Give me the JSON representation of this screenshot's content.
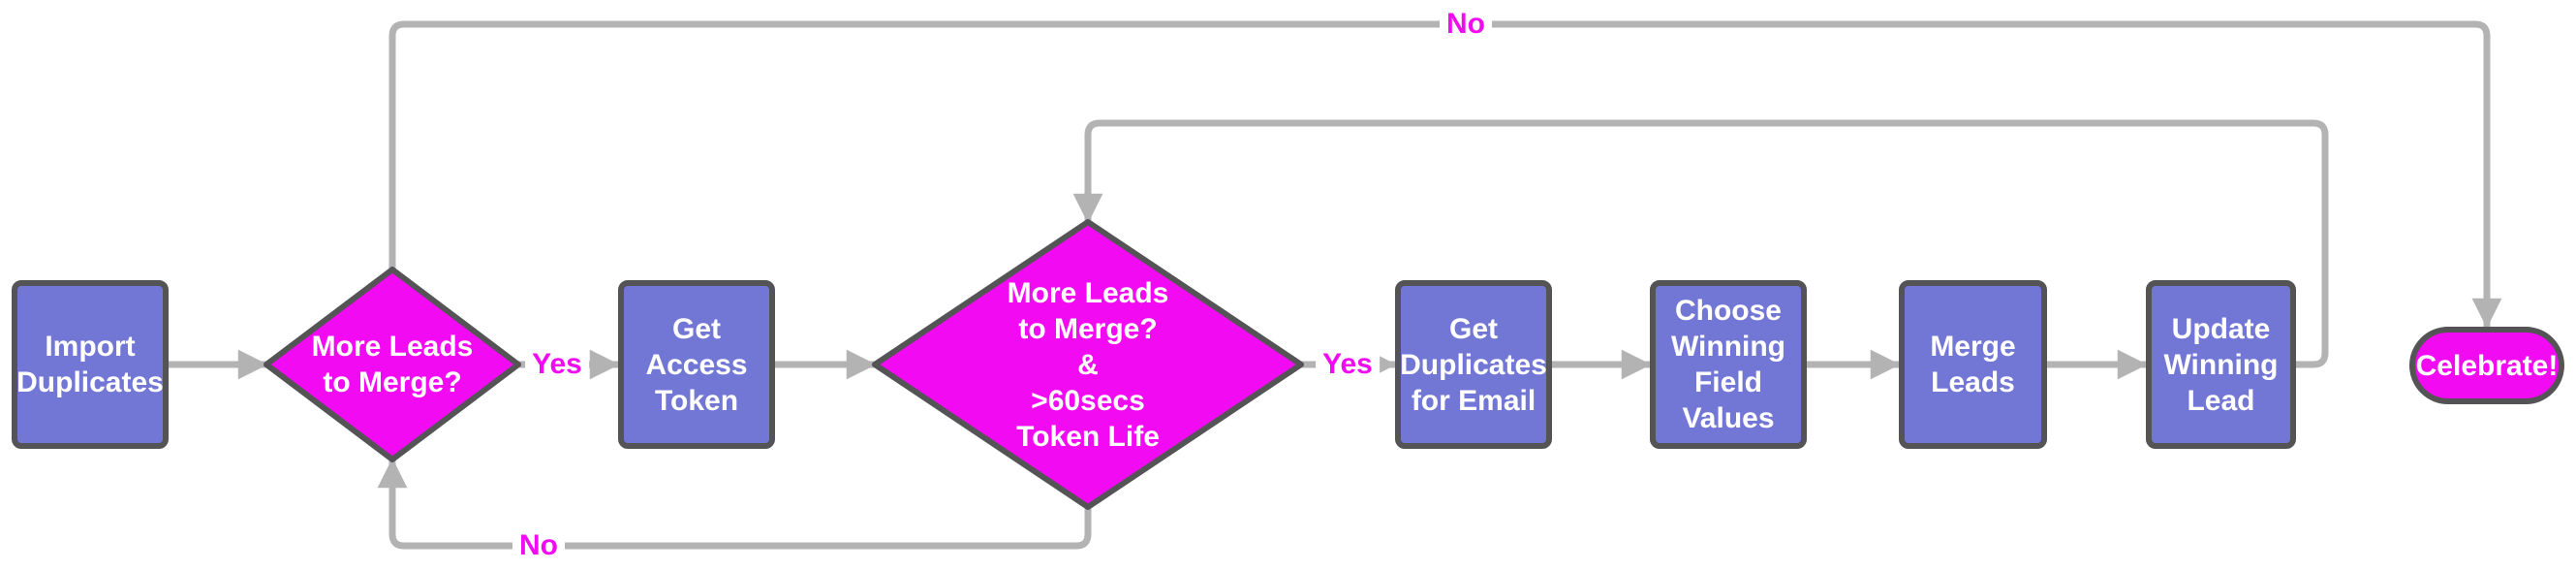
{
  "colors": {
    "canvas-bg": "#ffffff",
    "process-fill": "#7277d6",
    "decision-fill": "#f20bf2",
    "terminator-fill": "#f20bf2",
    "shape-border": "#545457",
    "connector": "#b3b3b3",
    "node-text": "#ffffff",
    "edge-label-text": "#f20bf2"
  },
  "nodes": {
    "import_duplicates": {
      "type": "process",
      "lines": [
        "Import",
        "Duplicates"
      ]
    },
    "more_leads_1": {
      "type": "decision",
      "lines": [
        "More Leads",
        "to Merge?"
      ]
    },
    "get_access_token": {
      "type": "process",
      "lines": [
        "Get",
        "Access",
        "Token"
      ]
    },
    "more_leads_2": {
      "type": "decision",
      "lines": [
        "More Leads",
        "to Merge?",
        "&",
        ">60secs",
        "Token Life"
      ]
    },
    "get_duplicates_for_email": {
      "type": "process",
      "lines": [
        "Get",
        "Duplicates",
        "for Email"
      ]
    },
    "choose_winning_field_values": {
      "type": "process",
      "lines": [
        "Choose",
        "Winning",
        "Field",
        "Values"
      ]
    },
    "merge_leads": {
      "type": "process",
      "lines": [
        "Merge",
        "Leads"
      ]
    },
    "update_winning_lead": {
      "type": "process",
      "lines": [
        "Update",
        "Winning",
        "Lead"
      ]
    },
    "celebrate": {
      "type": "terminator",
      "lines": [
        "Celebrate!"
      ]
    }
  },
  "edges": [
    {
      "from": "import_duplicates",
      "to": "more_leads_1",
      "label": ""
    },
    {
      "from": "more_leads_1",
      "to": "get_access_token",
      "label": "Yes"
    },
    {
      "from": "get_access_token",
      "to": "more_leads_2",
      "label": ""
    },
    {
      "from": "more_leads_2",
      "to": "get_duplicates_for_email",
      "label": "Yes"
    },
    {
      "from": "get_duplicates_for_email",
      "to": "choose_winning_field_values",
      "label": ""
    },
    {
      "from": "choose_winning_field_values",
      "to": "merge_leads",
      "label": ""
    },
    {
      "from": "merge_leads",
      "to": "update_winning_lead",
      "label": ""
    },
    {
      "from": "update_winning_lead",
      "to": "more_leads_2",
      "label": ""
    },
    {
      "from": "more_leads_1",
      "to": "celebrate",
      "label": "No"
    },
    {
      "from": "more_leads_2",
      "to": "more_leads_1",
      "label": "No"
    }
  ]
}
